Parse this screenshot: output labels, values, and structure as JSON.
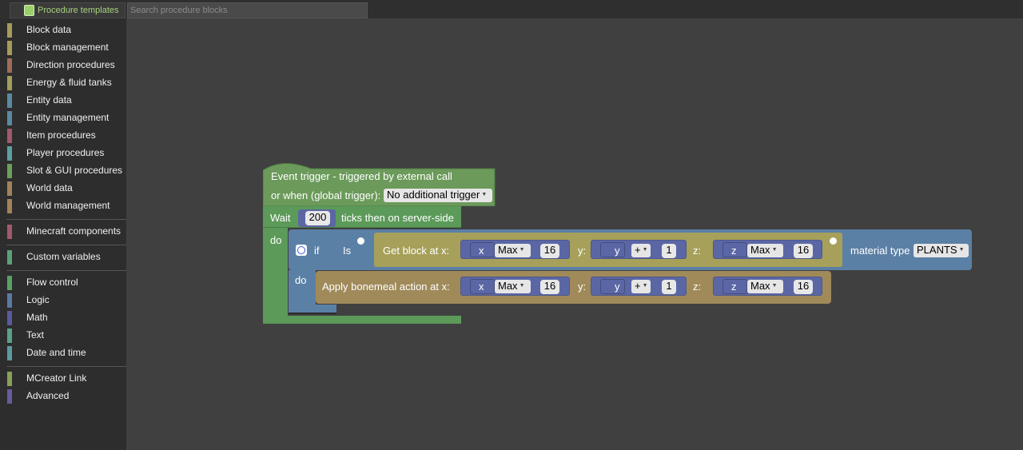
{
  "toolbar": {
    "templates_label": "Procedure templates",
    "search_placeholder": "Search procedure blocks"
  },
  "sidebar": {
    "items": [
      {
        "label": "Block data",
        "color": "#a69b5a"
      },
      {
        "label": "Block management",
        "color": "#a69b5a"
      },
      {
        "label": "Direction procedures",
        "color": "#a06b5a"
      },
      {
        "label": "Energy & fluid tanks",
        "color": "#a0a05a"
      },
      {
        "label": "Entity data",
        "color": "#5a8aa0"
      },
      {
        "label": "Entity management",
        "color": "#5a8aa0"
      },
      {
        "label": "Item procedures",
        "color": "#a05a6b"
      },
      {
        "label": "Player procedures",
        "color": "#5aa0a0"
      },
      {
        "label": "Slot & GUI procedures",
        "color": "#6ba05a"
      },
      {
        "label": "World data",
        "color": "#a0835a"
      },
      {
        "label": "World management",
        "color": "#a0835a"
      },
      {
        "label": "Minecraft components",
        "color": "#a05a6b"
      },
      {
        "label": "Custom variables",
        "color": "#5aa07a"
      },
      {
        "label": "Flow control",
        "color": "#5aa065"
      },
      {
        "label": "Logic",
        "color": "#5a7aa0"
      },
      {
        "label": "Math",
        "color": "#5a5aa0"
      },
      {
        "label": "Text",
        "color": "#5aa08a"
      },
      {
        "label": "Date and time",
        "color": "#5a9aa0"
      },
      {
        "label": "MCreator Link",
        "color": "#8aa05a"
      },
      {
        "label": "Advanced",
        "color": "#6a5aa0"
      }
    ]
  },
  "workspace": {
    "event": {
      "title": "Event trigger - triggered by external call",
      "global_label": "or when (global trigger):",
      "global_value": "No additional trigger"
    },
    "wait": {
      "label": "Wait",
      "ticks": "200",
      "suffix": "ticks then on server-side",
      "do_label": "do"
    },
    "if_block": {
      "if_label": "if",
      "do_label": "do",
      "is_label": "Is",
      "get_block_label": "Get block at x:",
      "material_label": "material type",
      "material_value": "PLANTS"
    },
    "bonemeal": {
      "label": "Apply bonemeal action at x:"
    },
    "coords": {
      "x_var": "x",
      "y_var": "y",
      "z_var": "z",
      "y_label": "y:",
      "z_label": "z:",
      "max_op": "Max",
      "plus_op": "+",
      "num_16": "16",
      "num_1": "1"
    }
  },
  "colors": {
    "event_green": "#6b9a5a",
    "flow_green": "#5c9a5a",
    "logic_blue": "#5b80a5",
    "world_gold": "#a6a05a",
    "math_blue": "#5b67a5",
    "action_brown": "#a08a5a",
    "sidebar_bg": "#2d2d2d",
    "workspace_bg": "#404040"
  }
}
